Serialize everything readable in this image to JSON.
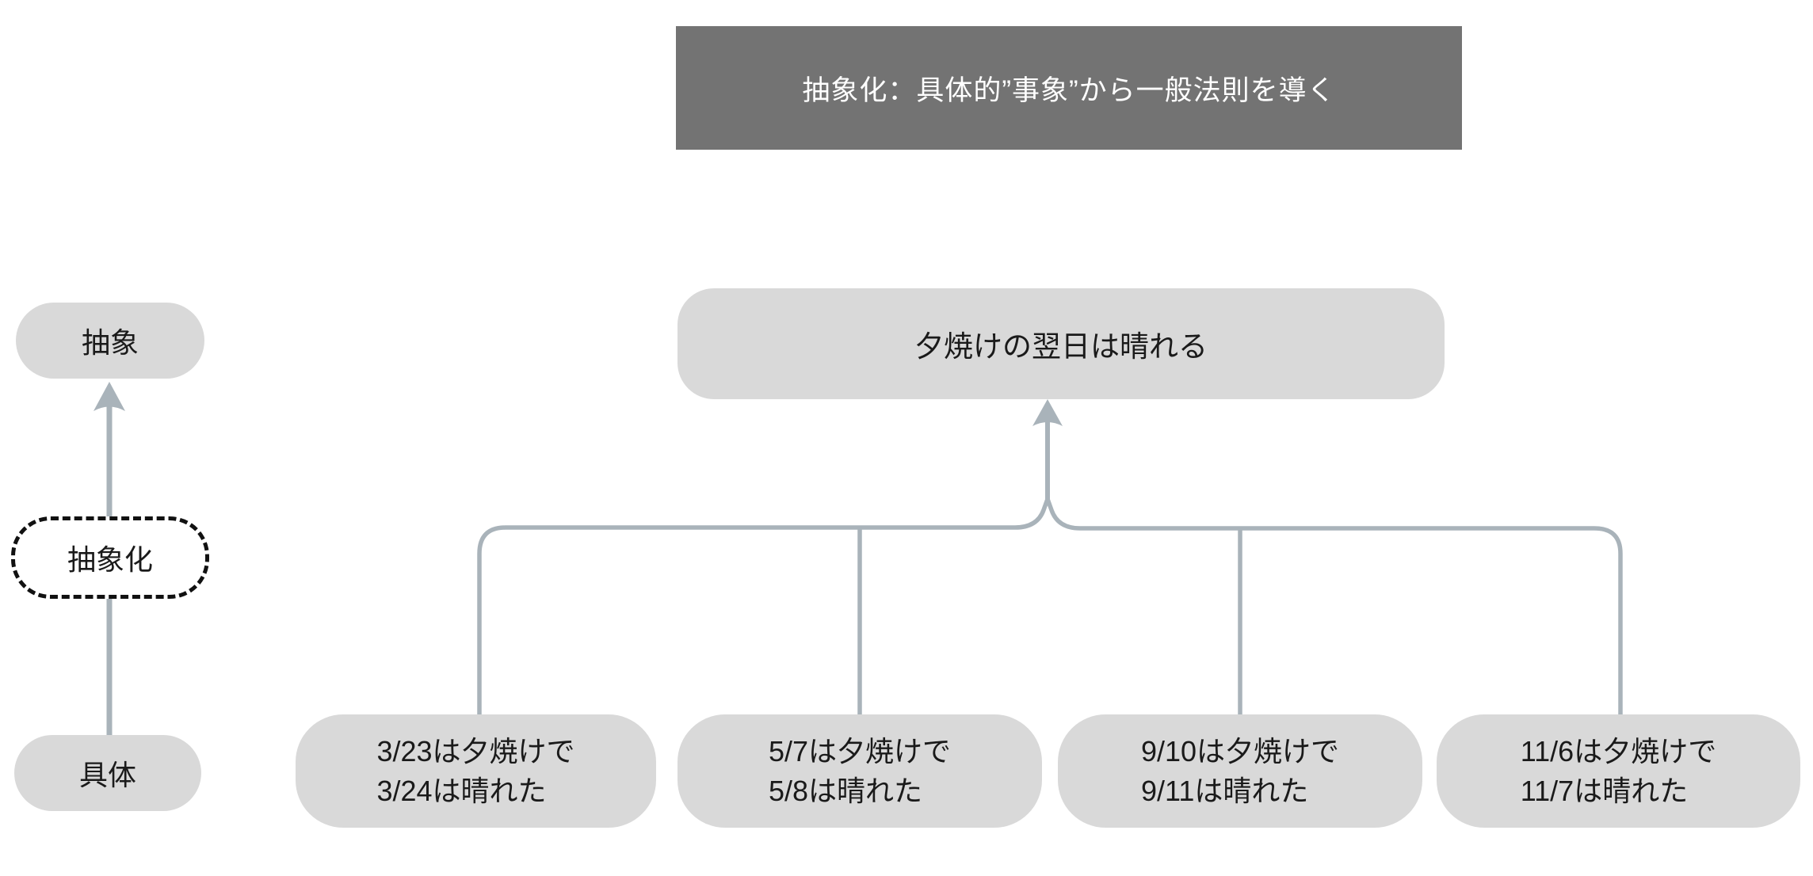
{
  "diagram": {
    "title": "抽象化：具体的”事象”から一般法則を導く",
    "axis": {
      "abstract_label": "抽象",
      "process_label": "抽象化",
      "concrete_label": "具体"
    },
    "rule": "夕焼けの翌日は晴れる",
    "examples": [
      {
        "line1": "3/23は夕焼けで",
        "line2": "3/24は晴れた"
      },
      {
        "line1": "5/7は夕焼けで",
        "line2": "5/8は晴れた"
      },
      {
        "line1": "9/10は夕焼けで",
        "line2": "9/11は晴れた"
      },
      {
        "line1": "11/6は夕焼けで",
        "line2": "11/7は晴れた"
      }
    ],
    "colors": {
      "banner_bg": "#737373",
      "banner_text": "#ffffff",
      "node_bg": "#d9d9d9",
      "node_text": "#1a1a1a",
      "connector": "#a9b3ba",
      "dashed_border": "#111111",
      "background": "#ffffff"
    }
  }
}
